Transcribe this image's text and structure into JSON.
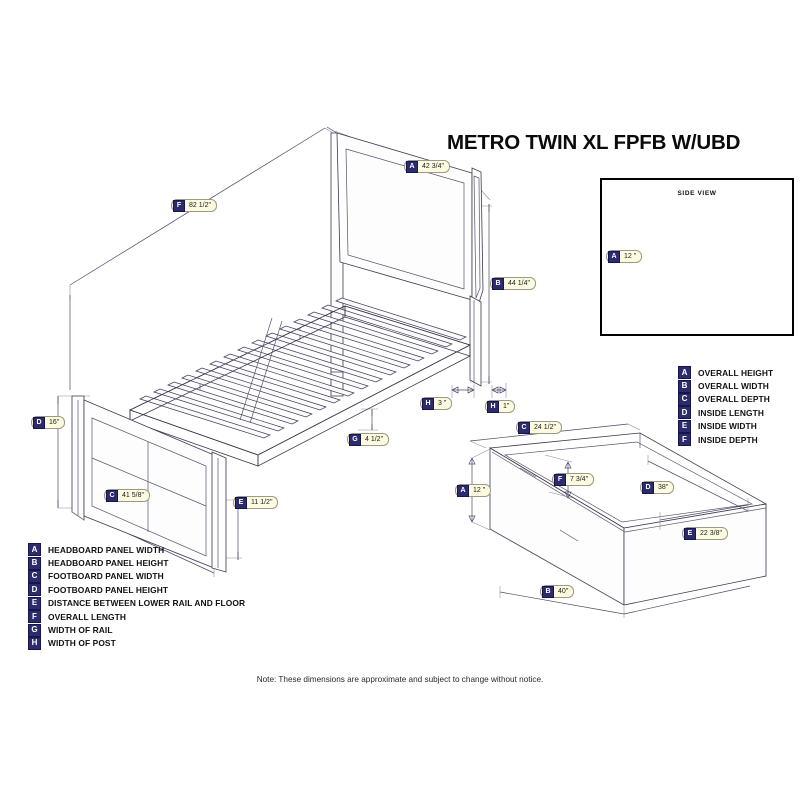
{
  "document": {
    "title": "METRO TWIN XL FPFB W/UBD",
    "note": "Note:  These dimensions are approximate and subject to change without notice."
  },
  "side_view": {
    "title": "SIDE VIEW",
    "callouts": [
      {
        "letter": "A",
        "value": "12 \""
      }
    ]
  },
  "bed_callouts": [
    {
      "letter": "F",
      "value": "82 1/2\""
    },
    {
      "letter": "A",
      "value": "42 3/4\""
    },
    {
      "letter": "B",
      "value": "44 1/4\""
    },
    {
      "letter": "D",
      "value": "16\""
    },
    {
      "letter": "C",
      "value": "41 5/8\""
    },
    {
      "letter": "E",
      "value": "11 1/2\""
    },
    {
      "letter": "G",
      "value": "4 1/2\""
    },
    {
      "letter": "H",
      "value": "3 \""
    },
    {
      "letter": "H",
      "value": "1\""
    }
  ],
  "drawer_callouts": [
    {
      "letter": "C",
      "value": "24 1/2\""
    },
    {
      "letter": "A",
      "value": "12 \""
    },
    {
      "letter": "F",
      "value": "7 3/4\""
    },
    {
      "letter": "D",
      "value": "38\""
    },
    {
      "letter": "E",
      "value": "22 3/8\""
    },
    {
      "letter": "B",
      "value": "40\""
    }
  ],
  "bed_legend": {
    "items": [
      {
        "letter": "A",
        "label": "HEADBOARD PANEL WIDTH"
      },
      {
        "letter": "B",
        "label": "HEADBOARD PANEL HEIGHT"
      },
      {
        "letter": "C",
        "label": "FOOTBOARD PANEL WIDTH"
      },
      {
        "letter": "D",
        "label": "FOOTBOARD PANEL HEIGHT"
      },
      {
        "letter": "E",
        "label": "DISTANCE BETWEEN LOWER RAIL AND FLOOR"
      },
      {
        "letter": "F",
        "label": "OVERALL LENGTH"
      },
      {
        "letter": "G",
        "label": "WIDTH OF RAIL"
      },
      {
        "letter": "H",
        "label": "WIDTH OF POST"
      }
    ]
  },
  "drawer_legend": {
    "items": [
      {
        "letter": "A",
        "label": "OVERALL HEIGHT"
      },
      {
        "letter": "B",
        "label": "OVERALL WIDTH"
      },
      {
        "letter": "C",
        "label": "OVERALL DEPTH"
      },
      {
        "letter": "D",
        "label": "INSIDE LENGTH"
      },
      {
        "letter": "E",
        "label": "INSIDE WIDTH"
      },
      {
        "letter": "F",
        "label": "INSIDE DEPTH"
      }
    ]
  },
  "colors": {
    "chip_fill": "#fcfbe0",
    "chip_border": "#9a9a86",
    "letter_badge": "#2b2b6e",
    "line": "#3a3a4e",
    "background": "#ffffff"
  }
}
